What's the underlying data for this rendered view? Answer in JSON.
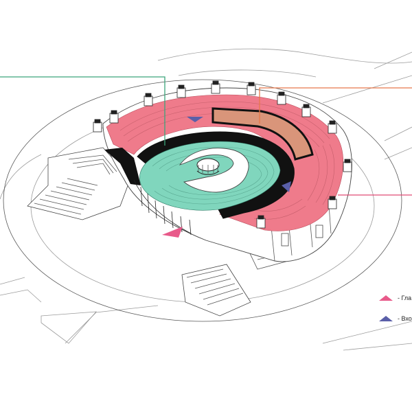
{
  "colors": {
    "main_seating": "#ef7b8b",
    "inner_seating": "#80d6bd",
    "box_section": "#d9957a",
    "structure": "#111111",
    "callout_green": "#3aa57a",
    "callout_orange": "#e8784a",
    "callout_pink": "#e04a73",
    "main_entrance_marker": "#e85a8a",
    "entrance_marker": "#5a5fa8"
  },
  "legend": {
    "items": [
      {
        "marker": "main-entrance-triangle",
        "label": "- Гла"
      },
      {
        "marker": "entrance-triangle",
        "label": "- Вхо"
      }
    ]
  }
}
